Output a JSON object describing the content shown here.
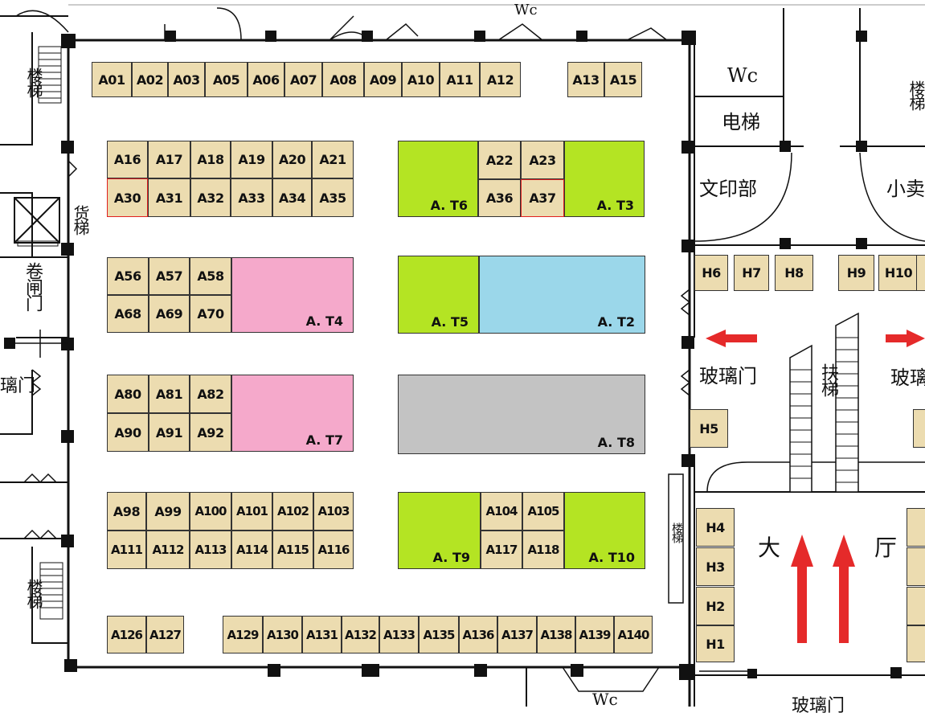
{
  "legend_colors": {
    "booth": "#ecdcb0",
    "green": "#b4e423",
    "pink": "#f5a9cb",
    "blue": "#9bd7ea",
    "gray": "#c3c3c3",
    "arrow": "#e52a2a"
  },
  "booth_row_top": [
    "A01",
    "A02",
    "A03",
    "A05",
    "A06",
    "A07",
    "A08",
    "A09",
    "A10",
    "A11",
    "A12",
    "A13",
    "A15"
  ],
  "block_1": [
    "A16",
    "A17",
    "A18",
    "A19",
    "A20",
    "A21",
    "A30",
    "A31",
    "A32",
    "A33",
    "A34",
    "A35"
  ],
  "block_2_booths": [
    "A22",
    "A23",
    "A36",
    "A37"
  ],
  "block_3_booths": [
    "A56",
    "A57",
    "A58",
    "A68",
    "A69",
    "A70"
  ],
  "block_4_booths": [
    "A80",
    "A81",
    "A82",
    "A90",
    "A91",
    "A92"
  ],
  "block_5": [
    "A98",
    "A99",
    "A100",
    "A101",
    "A102",
    "A103",
    "A111",
    "A112",
    "A113",
    "A114",
    "A115",
    "A116"
  ],
  "block_6_booths": [
    "A104",
    "A105",
    "A117",
    "A118"
  ],
  "booth_row_bottom": [
    "A126",
    "A127",
    "A129",
    "A130",
    "A131",
    "A132",
    "A133",
    "A135",
    "A136",
    "A137",
    "A138",
    "A139",
    "A140"
  ],
  "h_booths": [
    "H6",
    "H7",
    "H8",
    "H9",
    "H10",
    "H5",
    "H4",
    "H3",
    "H2",
    "H1"
  ],
  "areas": {
    "t1": "A. T6",
    "t2": "A. T3",
    "t3": "A. T4",
    "t4": "A. T5",
    "t5": "A. T2",
    "t6": "A. T7",
    "t7": "A. T8",
    "t8": "A. T9",
    "t9": "A. T10"
  },
  "labels": {
    "wc_top": "Wc",
    "wc_right": "Wc",
    "wc_bottom": "Wc",
    "elevator": "电梯",
    "print_shop": "文印部",
    "shop": "小卖",
    "stairs": "楼梯",
    "freight_elevator": "货梯",
    "rolling_gate": "卷闸门",
    "glass_door_partial_left": "璃门",
    "glass_door": "玻璃门",
    "glass_door_partial_right": "玻璃",
    "escalator": "扶梯",
    "hall_1": "大",
    "hall_2": "厅",
    "glass_door_bottom": "玻璃门",
    "stair_small": "楼梯"
  }
}
